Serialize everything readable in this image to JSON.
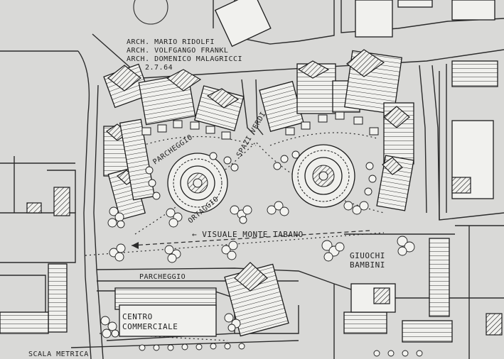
{
  "credits": {
    "line1": "ARCH. MARIO RIDOLFI",
    "line2": "ARCH. VOLFGANGO FRANKL",
    "line3": "ARCH. DOMENICO MALAGRICCI",
    "date": "2.7.64"
  },
  "labels": {
    "parcheggio_left": "PARCHEGGIO",
    "spazi_verdi": "SPAZI VERDI",
    "ortaggio": "ORTAGGIO",
    "visuale": "← VISUALE  MONTE TABANO",
    "giuochi_line1": "GIUOCHI",
    "giuochi_line2": "BAMBINI",
    "parcheggio_bottom": "PARCHEGGIO",
    "centro_line1": "CENTRO",
    "centro_line2": "COMMERCIALE",
    "scala": "SCALA METRICA"
  },
  "colors": {
    "paper": "#d9d9d7",
    "ink": "#1c1c1c",
    "building": "#f1f1ee"
  }
}
